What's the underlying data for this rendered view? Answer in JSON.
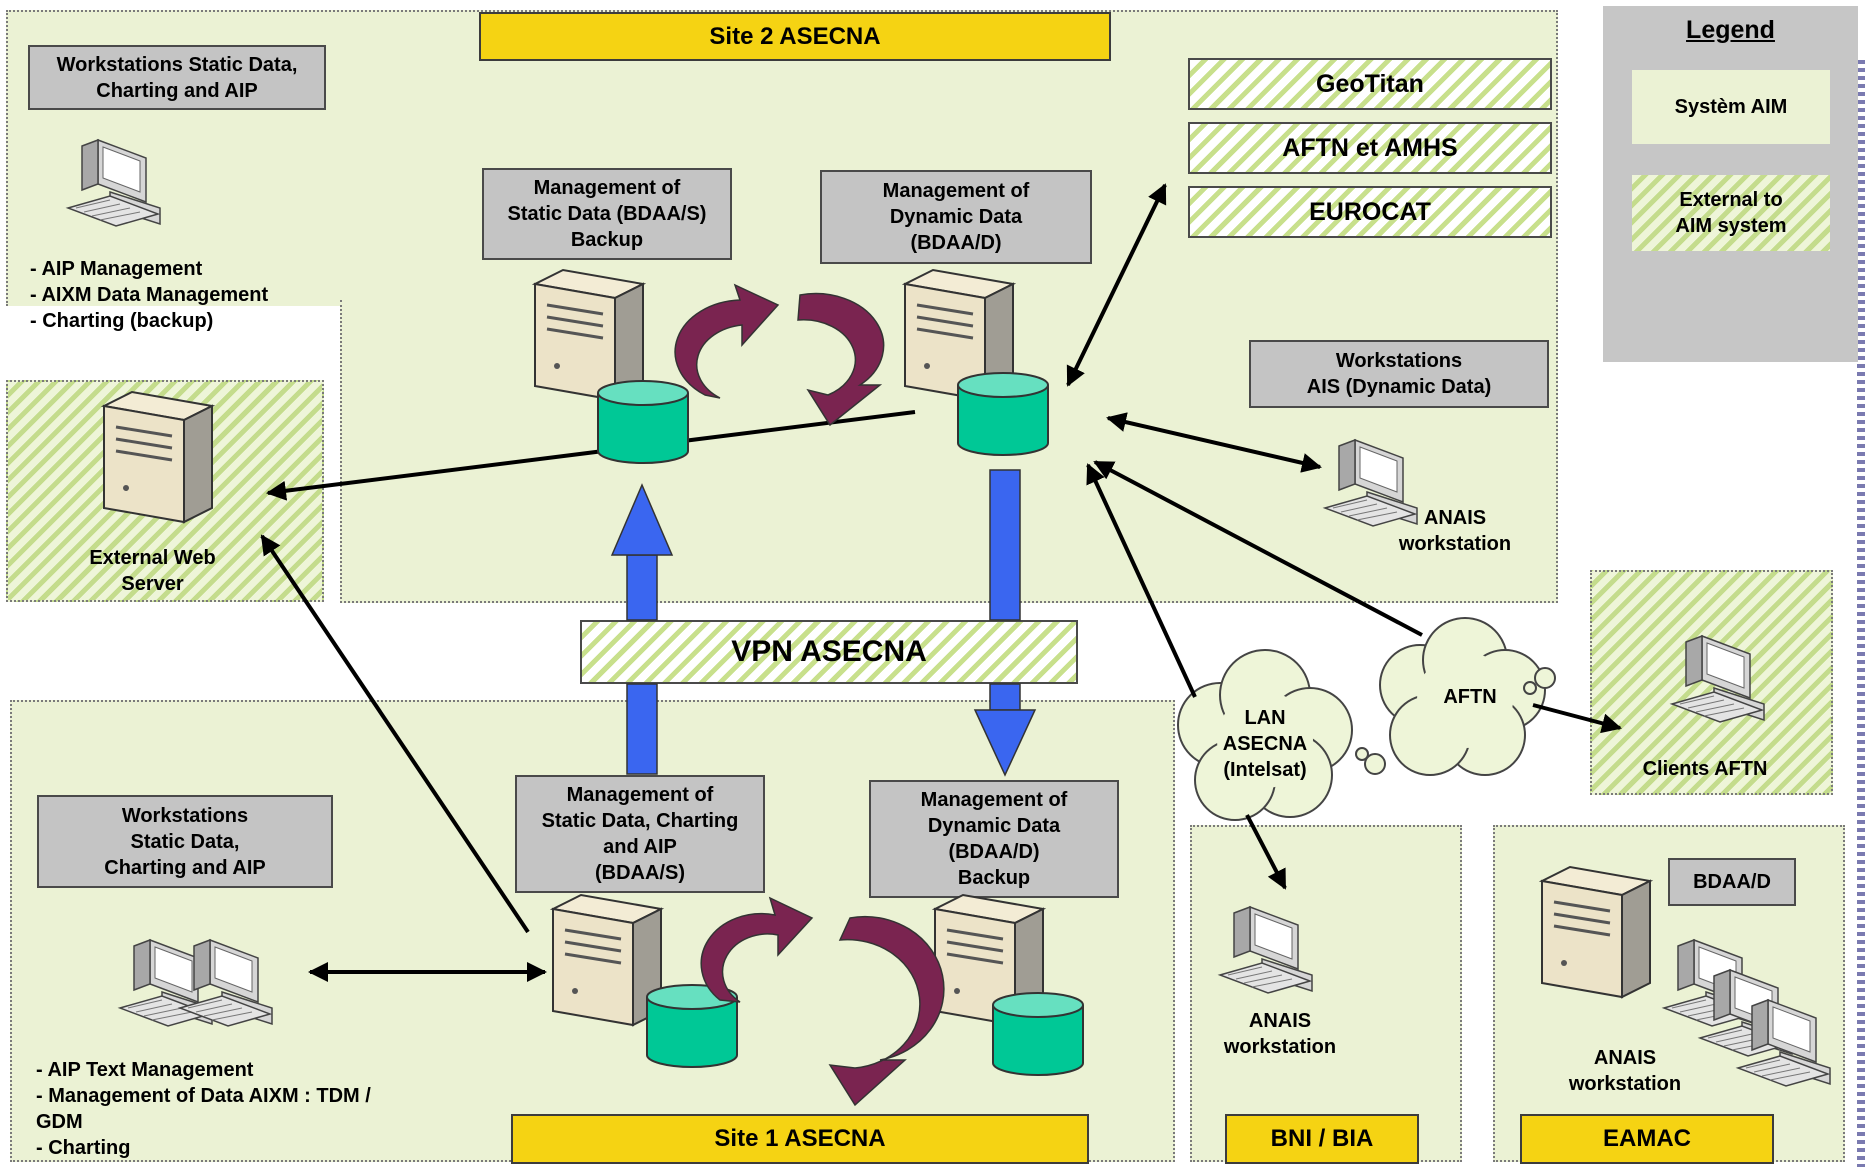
{
  "site2": {
    "title": "Site 2 ASECNA"
  },
  "site1": {
    "title": "Site 1 ASECNA"
  },
  "bni": {
    "title": "BNI / BIA",
    "workstation": "ANAIS\nworkstation"
  },
  "eamac": {
    "title": "EAMAC",
    "db": "BDAA/D",
    "workstation": "ANAIS\nworkstation"
  },
  "legend": {
    "title": "Legend",
    "aim": "Systèm AIM",
    "external": "External to\nAIM system"
  },
  "site2_ws": {
    "title": "Workstations Static Data,\nCharting and AIP",
    "items": [
      "- AIP Management",
      "- AIXM Data Management",
      "- Charting (backup)"
    ]
  },
  "site2_static": "Management of\nStatic Data (BDAA/S)\nBackup",
  "site2_dynamic": "Management of\nDynamic Data\n(BDAA/D)",
  "externals": [
    "GeoTitan",
    "AFTN et AMHS",
    "EUROCAT"
  ],
  "ais_ws": {
    "title": "Workstations\nAIS (Dynamic Data)",
    "workstation": "ANAIS\nworkstation"
  },
  "web_server": "External Web\nServer",
  "vpn": "VPN ASECNA",
  "lan": "LAN\nASECNA\n(Intelsat)",
  "aftn": {
    "cloud": "AFTN",
    "clients": "Clients AFTN"
  },
  "site1_ws": {
    "title": "Workstations\nStatic Data,\nCharting and AIP",
    "items": [
      "- AIP Text Management",
      "- Management of Data AIXM : TDM /",
      "GDM",
      "- Charting"
    ]
  },
  "site1_static": "Management of\nStatic Data, Charting\nand AIP\n(BDAA/S)",
  "site1_dynamic": "Management of\nDynamic Data\n(BDAA/D)\nBackup",
  "colors": {
    "zone": "#ebf2d4",
    "label_box": "#c4c4c4",
    "title_bar": "#f5d313",
    "db": "#00c896",
    "sync": "#7a2450",
    "vpn_arrow": "#3a66f0"
  }
}
